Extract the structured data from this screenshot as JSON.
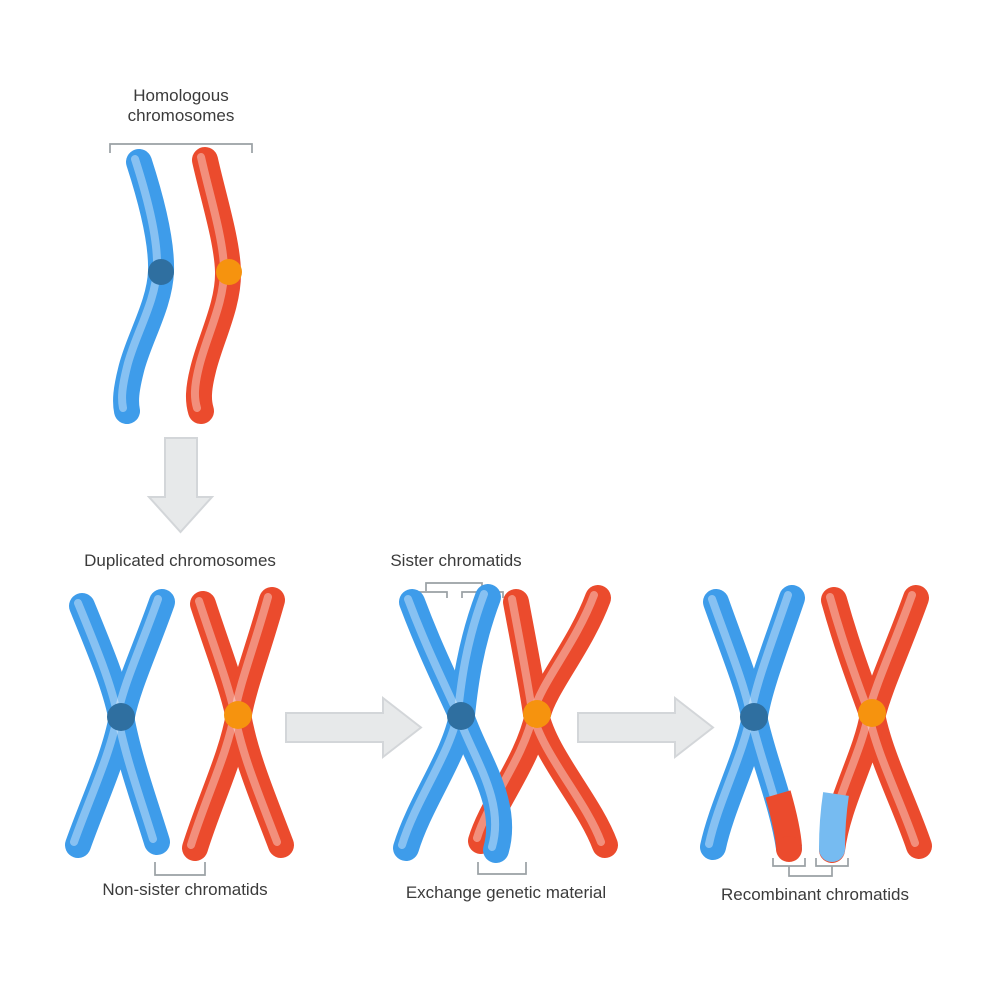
{
  "labels": {
    "homologous": "Homologous chromosomes",
    "duplicated": "Duplicated chromosomes",
    "sister": "Sister chromatids",
    "non_sister": "Non-sister chromatids",
    "exchange": "Exchange genetic material",
    "recombinant": "Recombinant chromatids"
  },
  "colors": {
    "background": "#FFFFFF",
    "blue": "#3E9CEA",
    "blue_light": "#76BBF1",
    "blue_dark": "#2F6FA0",
    "red": "#EB4B2D",
    "orange": "#F6930E",
    "arrow_fill": "#E7E9EA",
    "arrow_stroke": "#D3D6D9",
    "bracket": "#9AA0A4",
    "text": "#3B3B3B"
  }
}
